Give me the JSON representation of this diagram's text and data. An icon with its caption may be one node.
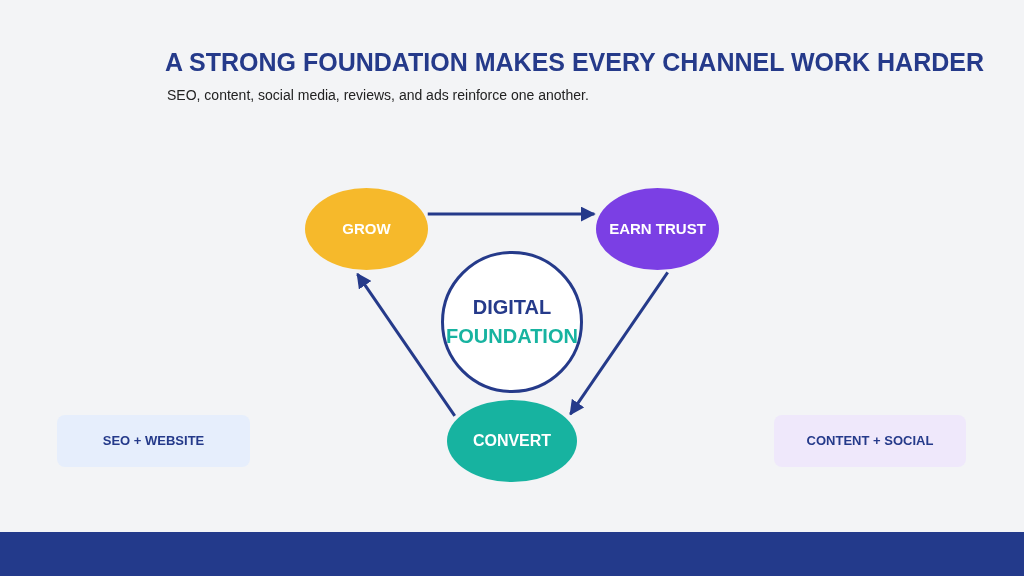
{
  "diagram": {
    "title": "A STRONG FOUNDATION MAKES EVERY CHANNEL WORK HARDER",
    "nodes": [
      {
        "text": [
          "GROW"
        ]
      },
      {
        "text": [
          "EARN TRUST"
        ]
      },
      {
        "text": [
          "DIGITAL",
          "FOUNDATION"
        ]
      },
      {
        "text": [
          "CONVERT"
        ]
      },
      {
        "text": [
          "SEO + WEBSITE"
        ]
      },
      {
        "text": [
          "CONTENT + SOCIAL"
        ]
      }
    ],
    "edges": [
      {
        "from": 0,
        "to": 1,
        "arrow": "to"
      },
      {
        "from": 1,
        "to": 3,
        "arrow": "to"
      },
      {
        "from": 3,
        "to": 0,
        "arrow": "to"
      }
    ],
    "labels": [
      "SEO, content, social media, reviews, and ads reinforce one another."
    ]
  }
}
